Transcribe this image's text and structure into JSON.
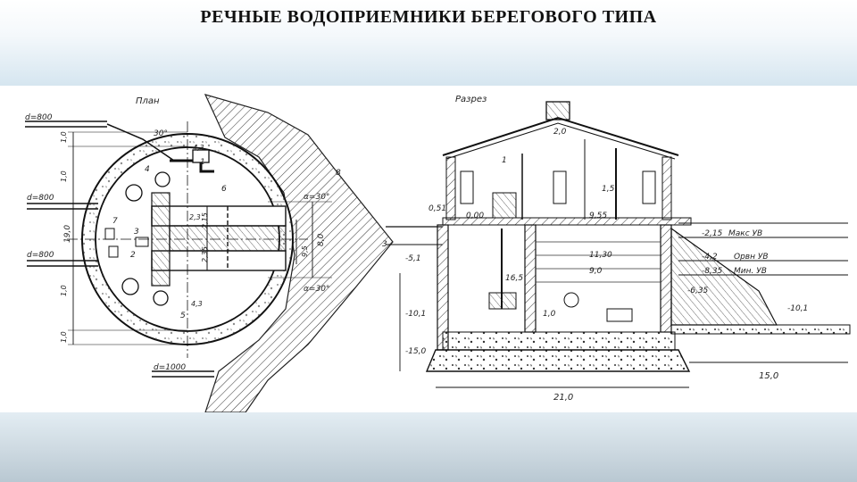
{
  "slide": {
    "title": "РЕЧНЫЕ ВОДОПРИЕМНИКИ БЕРЕГОВОГО ТИПА"
  },
  "plan": {
    "heading": "План",
    "pipe_labels": [
      "d=800",
      "d=800",
      "d=800",
      "d=1000"
    ],
    "dimensions": [
      "1,0",
      "19,0",
      "1,0",
      "30°",
      "α=30°",
      "8,0",
      "9,5",
      "α=30°",
      "2,3",
      "2,15",
      "2,35",
      "4,3",
      "1,0",
      "1,0",
      "4,3"
    ],
    "callouts": [
      "1",
      "2",
      "3",
      "4",
      "5",
      "6",
      "7",
      "8"
    ]
  },
  "section": {
    "heading": "Разрез",
    "dimensions": [
      "2,0",
      "1,5",
      "0,51",
      "0,00",
      "-5,1",
      "-10,1",
      "-15,0",
      "11,30",
      "9,0",
      "9,55",
      "16,5",
      "1,0",
      "-2,15",
      "-4,2",
      "-8,35",
      "-6,35",
      "-10,1",
      "21,0",
      "15,0"
    ],
    "water_levels": [
      "Макс УВ",
      "Орвн УВ",
      "Мин. УВ"
    ],
    "callouts": [
      "1",
      "3"
    ]
  }
}
